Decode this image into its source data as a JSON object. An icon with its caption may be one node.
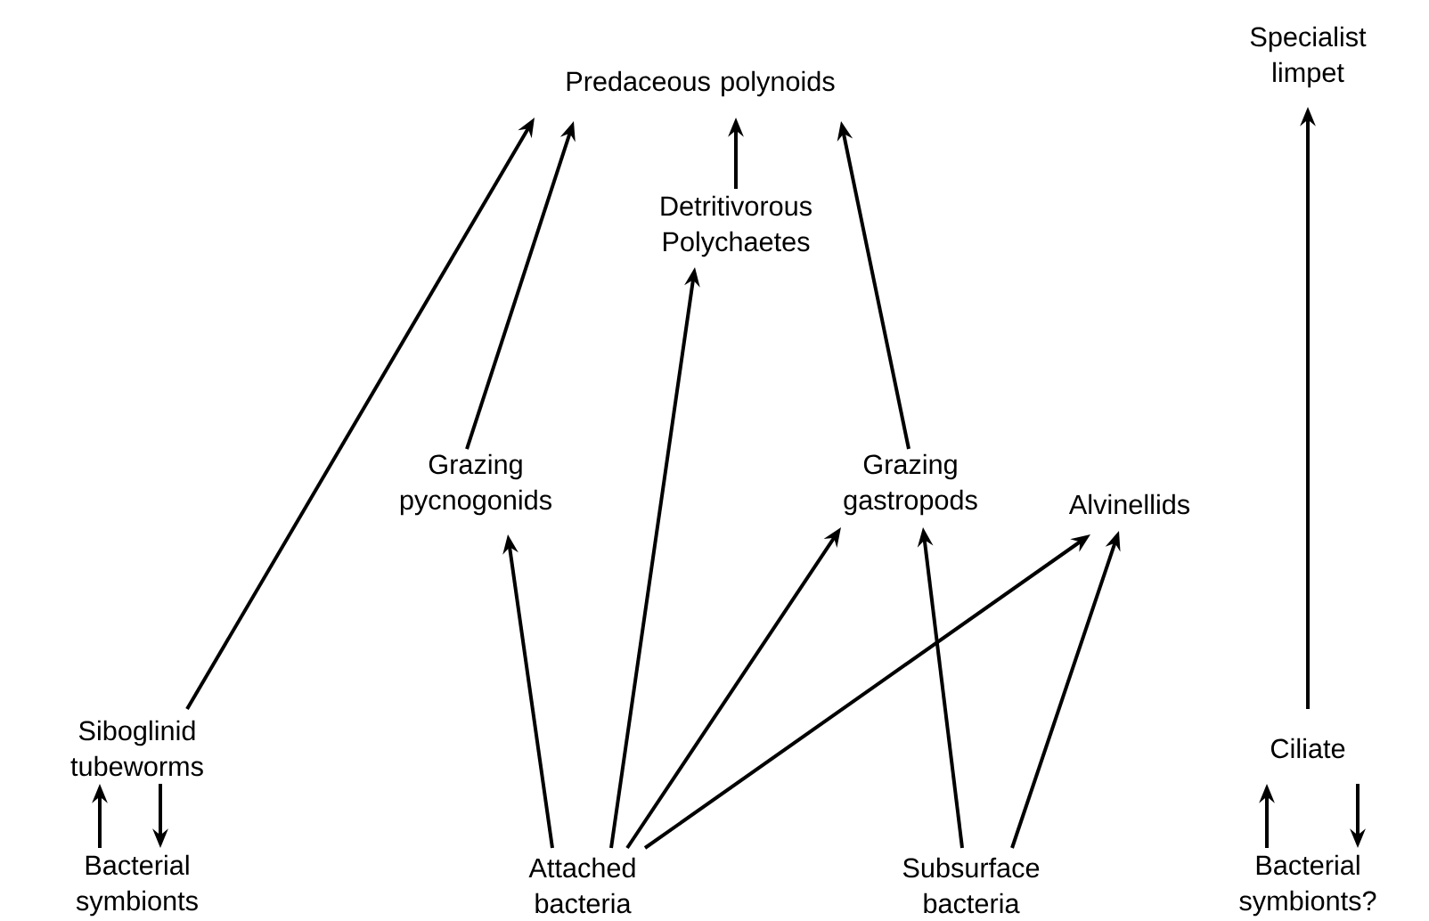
{
  "diagram": {
    "nodes": [
      {
        "text": [
          "Predaceous polynoids"
        ]
      },
      {
        "text": [
          "Specialist limpet"
        ]
      },
      {
        "text": [
          "Detritivorous Polychaetes"
        ]
      },
      {
        "text": [
          "Grazing pycnogonids"
        ]
      },
      {
        "text": [
          "Grazing gastropods"
        ]
      },
      {
        "text": [
          "Alvinellids"
        ]
      },
      {
        "text": [
          "Siboglinid tubeworms"
        ]
      },
      {
        "text": [
          "Ciliate"
        ]
      },
      {
        "text": [
          "Bacterial symbionts"
        ]
      },
      {
        "text": [
          "Attached bacteria"
        ]
      },
      {
        "text": [
          "Subsurface bacteria"
        ]
      },
      {
        "text": [
          "Bacterial symbionts?"
        ]
      }
    ],
    "edges": [
      {
        "from": 6,
        "to": 0,
        "arrow": "to"
      },
      {
        "from": 3,
        "to": 0,
        "arrow": "to"
      },
      {
        "from": 2,
        "to": 0,
        "arrow": "to"
      },
      {
        "from": 4,
        "to": 0,
        "arrow": "to"
      },
      {
        "from": 7,
        "to": 1,
        "arrow": "to"
      },
      {
        "from": 8,
        "to": 6,
        "arrow": "to"
      },
      {
        "from": 6,
        "to": 8,
        "arrow": "to"
      },
      {
        "from": 11,
        "to": 7,
        "arrow": "to"
      },
      {
        "from": 7,
        "to": 11,
        "arrow": "to"
      },
      {
        "from": 9,
        "to": 3,
        "arrow": "to"
      },
      {
        "from": 9,
        "to": 2,
        "arrow": "to"
      },
      {
        "from": 9,
        "to": 4,
        "arrow": "to"
      },
      {
        "from": 9,
        "to": 5,
        "arrow": "to"
      },
      {
        "from": 10,
        "to": 4,
        "arrow": "to"
      },
      {
        "from": 10,
        "to": 5,
        "arrow": "to"
      }
    ]
  }
}
